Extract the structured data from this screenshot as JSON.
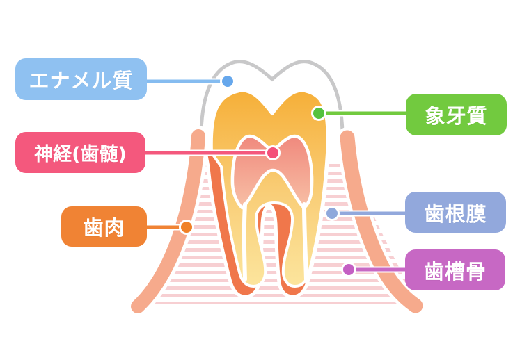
{
  "figure": {
    "type": "tooth-anatomy-diagram",
    "language": "ja"
  },
  "labels": {
    "enamel": {
      "text": "エナメル質",
      "box_color": "#8FC1F1",
      "line_color": "#85BCF0",
      "dot_color": "#66A7EC"
    },
    "nerve_pulp": {
      "text": "神経(歯髄)",
      "box_color": "#F4587D",
      "line_color": "#F4587D",
      "dot_color": "#F4507A"
    },
    "gum": {
      "text": "歯肉",
      "box_color": "#F08334",
      "line_color": "#F08334",
      "dot_color": "#F08026"
    },
    "dentin": {
      "text": "象牙質",
      "box_color": "#72CA3F",
      "line_color": "#72CA3F",
      "dot_color": "#55C23E"
    },
    "periodontal": {
      "text": "歯根膜",
      "box_color": "#92A8DC",
      "line_color": "#92A8DC",
      "dot_color": "#8FA8DB"
    },
    "alveolar": {
      "text": "歯槽骨",
      "box_color": "#C768C4",
      "line_color": "#C768C4",
      "dot_color": "#C45FC3"
    }
  },
  "diagram_colors": {
    "enamel_outline": "#C8C8C9",
    "enamel_fill": "#FFFFFF",
    "dentin_top": "#F6AF38",
    "dentin_mid": "#F9CE78",
    "dentin_bottom": "#FCE8A2",
    "pulp_top": "#F0897D",
    "pulp_bottom": "#F8C3A8",
    "root_outline": "#F0774B",
    "gum_tissue": "#F6AA8C",
    "bone_stripe": "#F7CFD2"
  }
}
